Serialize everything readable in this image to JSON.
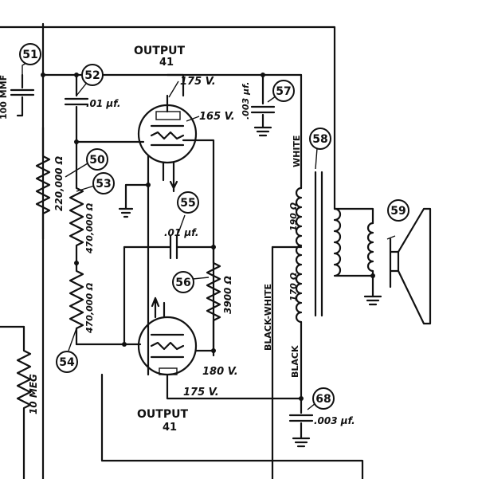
{
  "tube_top": {
    "title": "OUTPUT",
    "type": "41",
    "plate_voltage": "175 V.",
    "screen_voltage": "165 V."
  },
  "tube_bottom": {
    "title": "OUTPUT",
    "type": "41",
    "cathode_voltage": "180 V.",
    "plate_voltage": "175 V."
  },
  "components": {
    "cap_52": ".01 µf.",
    "cap_55": ".01 µf.",
    "cap_57": ".003 µf.",
    "cap_68": ".003 µf.",
    "cap_51": "100 MMF",
    "res_50": "220,000 Ω",
    "res_53": "470,000 Ω",
    "res_54": "470,000 Ω",
    "res_56": "3900 Ω",
    "res_left": "10 MEG",
    "xfmr_upper": "190 Ω",
    "xfmr_lower": "170 Ω"
  },
  "wire_labels": {
    "white": "WHITE",
    "black_white": "BLACK-WHITE",
    "black": "BLACK"
  },
  "callouts": [
    "51",
    "52",
    "50",
    "53",
    "55",
    "57",
    "58",
    "59",
    "56",
    "54",
    "68"
  ]
}
